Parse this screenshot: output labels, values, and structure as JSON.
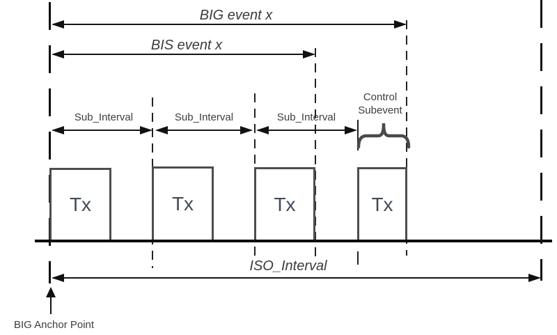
{
  "diagram": {
    "top_arrows": {
      "big_event": {
        "label": "BIG event x"
      },
      "bis_event": {
        "label": "BIS event x"
      }
    },
    "sub_intervals": [
      {
        "label": "Sub_Interval"
      },
      {
        "label": "Sub_Interval"
      },
      {
        "label": "Sub_Interval"
      }
    ],
    "control_subevent": {
      "line1": "Control",
      "line2": "Subevent"
    },
    "tx_boxes": [
      {
        "label": "Tx"
      },
      {
        "label": "Tx"
      },
      {
        "label": "Tx"
      },
      {
        "label": "Tx"
      }
    ],
    "iso_interval": {
      "label": "ISO_Interval"
    },
    "anchor": {
      "label": "BIG Anchor Point"
    },
    "colors": {
      "line": "#111111",
      "box_border": "#4d4d4d",
      "label_text": "#3d3d3d",
      "tx_text": "#424c57",
      "background": "#ffffff"
    }
  }
}
